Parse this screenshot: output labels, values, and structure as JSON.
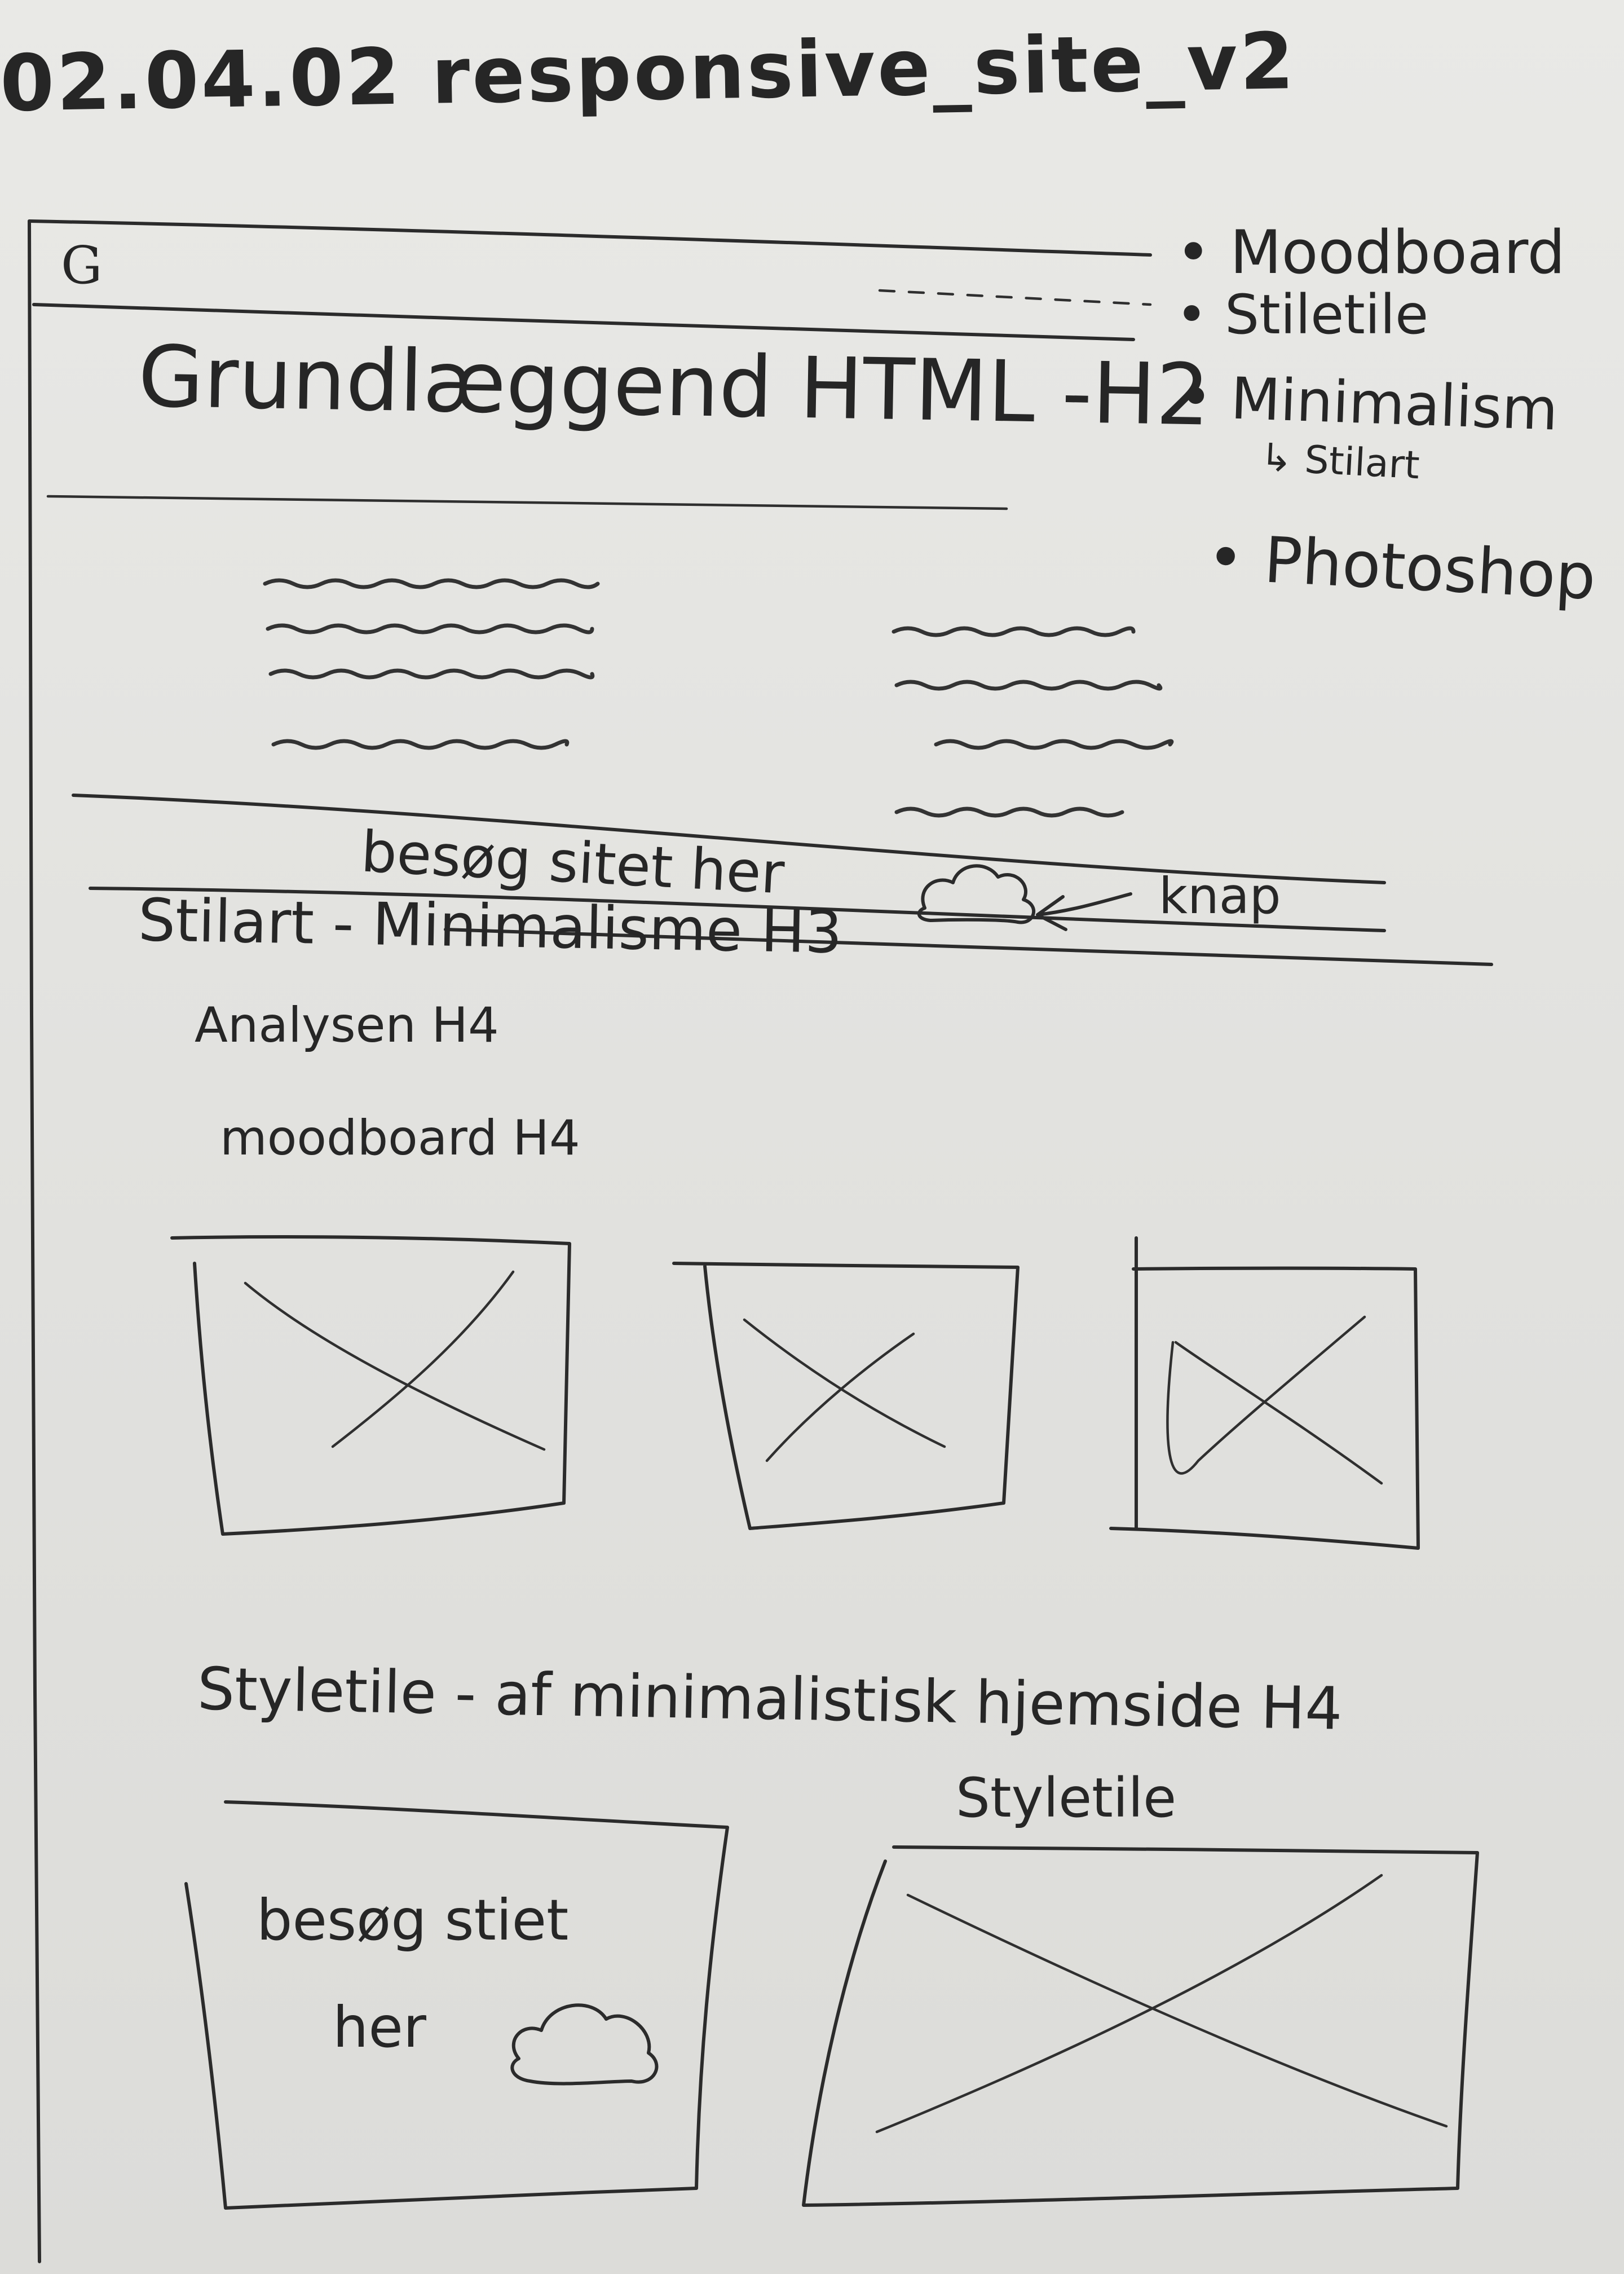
{
  "page_title": "02.04.02  responsive_site_v2",
  "logo_letter": "G",
  "header": {
    "main_heading": "Grundlæggend HTML -H2",
    "visit_text": "besøg   sitet   her",
    "button_annotation": "knap"
  },
  "notes": {
    "items": [
      "• Moodboard",
      "• Stiletile",
      "• Minimalism",
      "↳ Stilart",
      "• Photoshop"
    ]
  },
  "section": {
    "style_heading": "Stilart  -  Minimalisme H3",
    "analysis_heading": "Analysen  H4",
    "moodboard_heading": "moodboard H4",
    "styletile_heading": "Styletile  -  af minimalistisk hjemside H4",
    "styletile_caption": "Styletile",
    "card_visit_line1": "besøg   stiet",
    "card_visit_line2": "her"
  },
  "icons": {
    "button_icon": "cloud-icon",
    "card_icon": "cloud-icon",
    "arrow": "arrow-left-icon",
    "image_placeholder": "x-box-icon"
  },
  "colors": {
    "ink": "#2b2b2b",
    "paper": "#e6e6e3"
  }
}
